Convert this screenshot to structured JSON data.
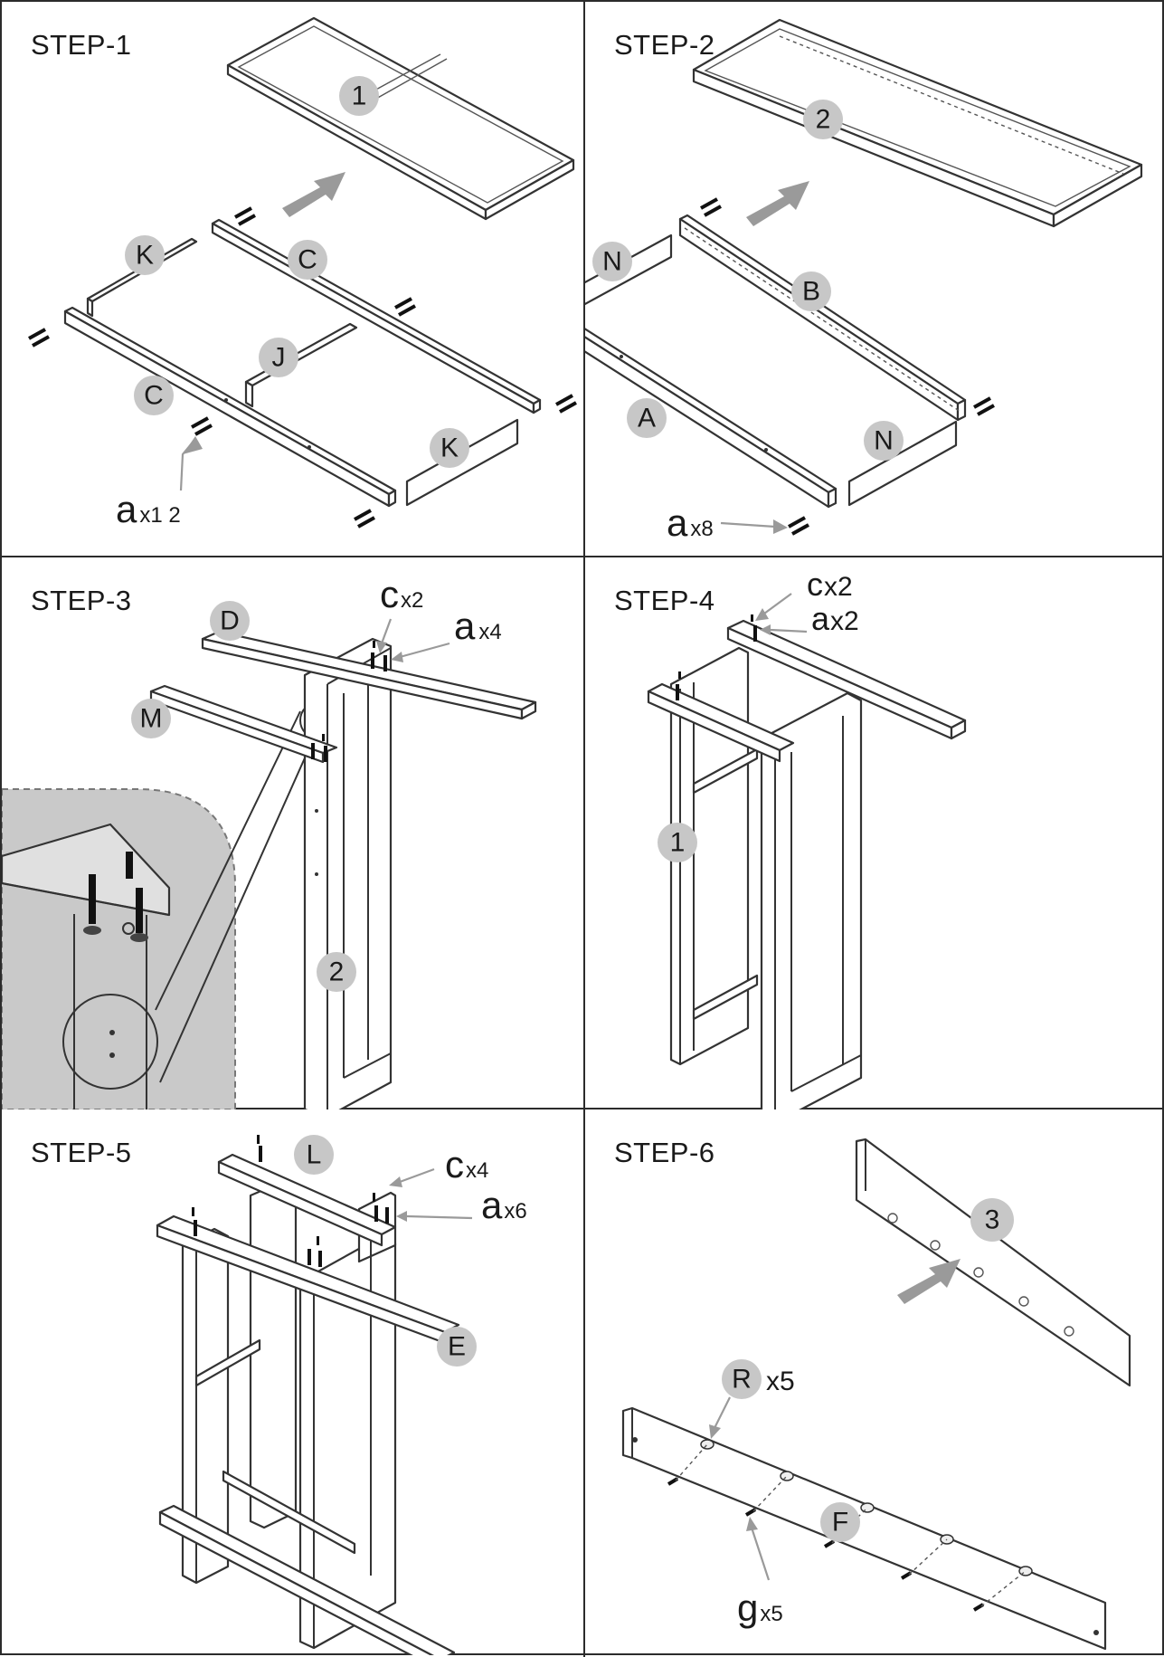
{
  "steps": [
    {
      "title": "STEP-1",
      "labels": {
        "part": "1",
        "k1": "K",
        "k2": "K",
        "c1": "C",
        "c2": "C",
        "j": "J"
      },
      "fastener": {
        "letter": "a",
        "qty": "x1 2"
      },
      "colors": {
        "label_ball": "#c7c7c7",
        "arrow": "#9a9a9a"
      },
      "icons": [
        "assembly-arrow-icon",
        "dowel-pair-icon"
      ]
    },
    {
      "title": "STEP-2",
      "labels": {
        "part": "2",
        "n1": "N",
        "n2": "N",
        "b": "B",
        "a": "A"
      },
      "fastener": {
        "letter": "a",
        "qty": "x8"
      }
    },
    {
      "title": "STEP-3",
      "labels": {
        "d": "D",
        "m": "M",
        "part": "2"
      },
      "fasteners": [
        {
          "letter": "c",
          "qty": "x2"
        },
        {
          "letter": "a",
          "qty": "x4"
        }
      ]
    },
    {
      "title": "STEP-4",
      "labels": {
        "part": "1"
      },
      "fasteners": [
        {
          "letter": "c",
          "qty": "x2"
        },
        {
          "letter": "a",
          "qty": "x2"
        }
      ]
    },
    {
      "title": "STEP-5",
      "labels": {
        "l": "L",
        "e": "E"
      },
      "fasteners": [
        {
          "letter": "c",
          "qty": "x4"
        },
        {
          "letter": "a",
          "qty": "x6"
        }
      ]
    },
    {
      "title": "STEP-6",
      "labels": {
        "part": "3",
        "f": "F"
      },
      "fasteners": [
        {
          "letter": "R",
          "qty": "x5"
        },
        {
          "letter": "g",
          "qty": "x5"
        }
      ]
    }
  ]
}
